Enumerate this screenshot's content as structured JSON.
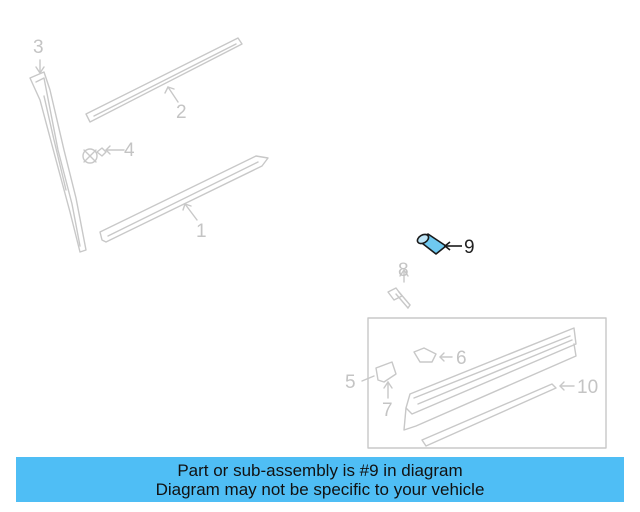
{
  "colors": {
    "banner_bg": "#4fbef5",
    "part_stroke": "#c8c8c8",
    "callout_text": "#c4c4c4",
    "highlight_fill": "#6fc9f0",
    "highlight_stroke": "#1a1a1a"
  },
  "diagram": {
    "callouts": [
      {
        "id": "1",
        "label": "1"
      },
      {
        "id": "2",
        "label": "2"
      },
      {
        "id": "3",
        "label": "3"
      },
      {
        "id": "4",
        "label": "4"
      },
      {
        "id": "5",
        "label": "5"
      },
      {
        "id": "6",
        "label": "6"
      },
      {
        "id": "7",
        "label": "7"
      },
      {
        "id": "8",
        "label": "8"
      },
      {
        "id": "9",
        "label": "9"
      },
      {
        "id": "10",
        "label": "10"
      }
    ],
    "highlighted_part": "9"
  },
  "banner": {
    "line1": "Part or sub-assembly is #9 in diagram",
    "line2": "Diagram may not be specific to your vehicle"
  }
}
